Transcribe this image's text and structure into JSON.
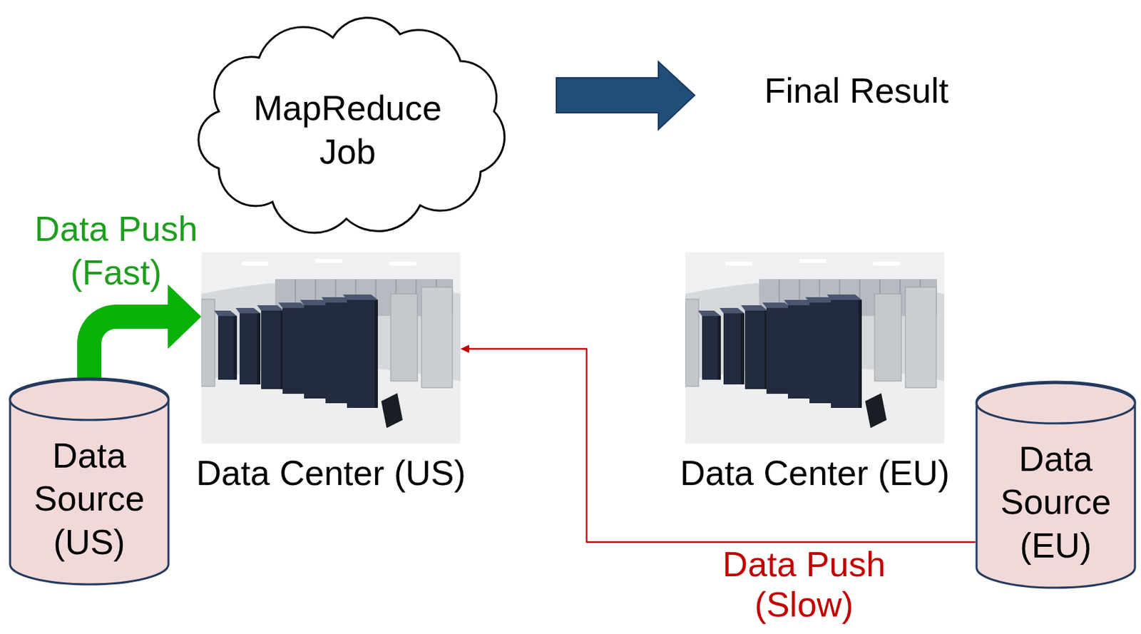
{
  "diagram": {
    "nodes": [
      {
        "text": [
          "MapReduce Job"
        ]
      },
      {
        "text": [
          "Data Center (US)"
        ]
      },
      {
        "text": [
          "Data Center (EU)"
        ]
      },
      {
        "text": [
          "Data Source (US)"
        ]
      },
      {
        "text": [
          "Data Source (EU)"
        ]
      }
    ],
    "edges": [
      {
        "from": 3,
        "to": 1,
        "arrow": "to",
        "label": "Data Push (Fast)"
      },
      {
        "from": 4,
        "to": 1,
        "arrow": "to",
        "label": "Data Push (Slow)"
      }
    ],
    "labels": [
      "Final Result"
    ]
  }
}
